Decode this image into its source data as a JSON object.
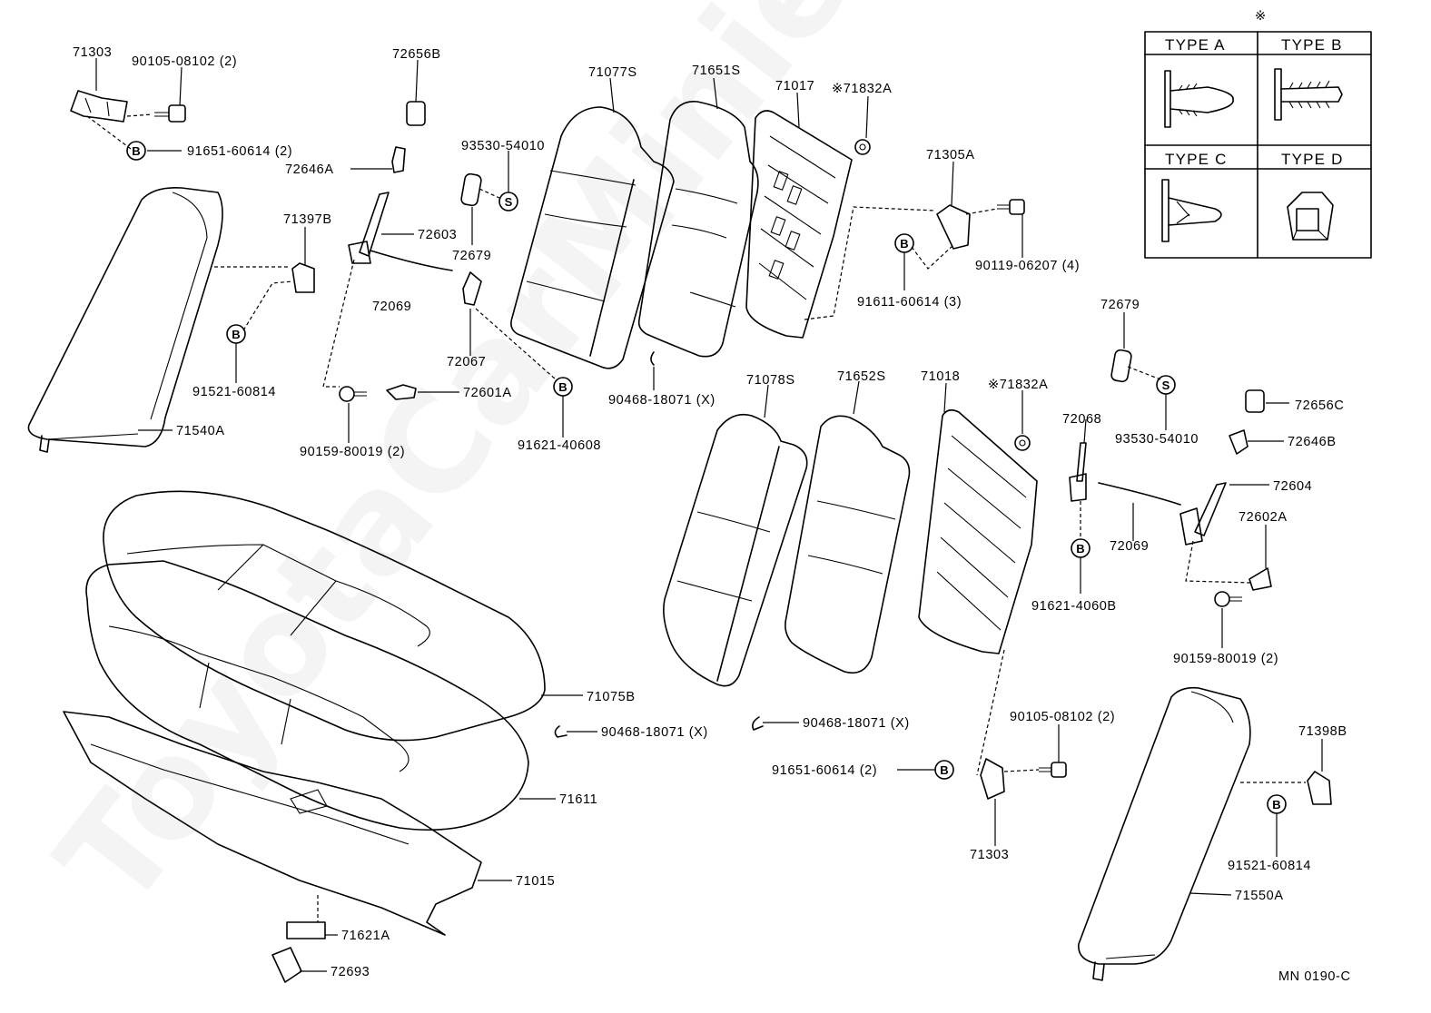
{
  "watermark": "ToyotaCarMinier",
  "symbol_note": "※",
  "legend": {
    "type_a": "TYPE A",
    "type_b": "TYPE B",
    "type_c": "TYPE C",
    "type_d": "TYPE D"
  },
  "markers": {
    "b": "B",
    "s": "S"
  },
  "drawing_code": "MN 0190-C",
  "parts": {
    "p71303_top": "71303",
    "p90105_top": "90105-08102 (2)",
    "p91651_top": "91651-60614 (2)",
    "p72656b": "72656B",
    "p72646a": "72646A",
    "p71397b": "71397B",
    "p72603": "72603",
    "p72069_left": "72069",
    "p91521_left": "91521-60814",
    "p90159_left": "90159-80019 (2)",
    "p72601a": "72601A",
    "p71540a": "71540A",
    "p93530_left": "93530-54010",
    "p72679_left": "72679",
    "p72067": "72067",
    "p91621_left": "91621-40608",
    "p71077s": "71077S",
    "p71651s": "71651S",
    "p71017": "71017",
    "p71832a_top": "※71832A",
    "p90468_mid": "90468-18071 (X)",
    "p71305a": "71305A",
    "p90119": "90119-06207 (4)",
    "p91611": "91611-60614 (3)",
    "p72679_right": "72679",
    "p93530_right": "93530-54010",
    "p72656c": "72656C",
    "p72646b": "72646B",
    "p71078s": "71078S",
    "p71652s": "71652S",
    "p71018": "71018",
    "p71832a_mid": "※71832A",
    "p72068": "72068",
    "p72604": "72604",
    "p72069_right": "72069",
    "p72602a": "72602A",
    "p91621_right": "91621-4060B",
    "p90159_right": "90159-80019 (2)",
    "p71075b": "71075B",
    "p90468_left": "90468-18071 (X)",
    "p90468_right": "90468-18071 (X)",
    "p90105_bottom": "90105-08102 (2)",
    "p91651_bottom": "91651-60614 (2)",
    "p71303_bottom": "71303",
    "p71398b": "71398B",
    "p91521_right": "91521-60814",
    "p71611": "71611",
    "p71015": "71015",
    "p71621a": "71621A",
    "p72693": "72693",
    "p71550a": "71550A"
  }
}
